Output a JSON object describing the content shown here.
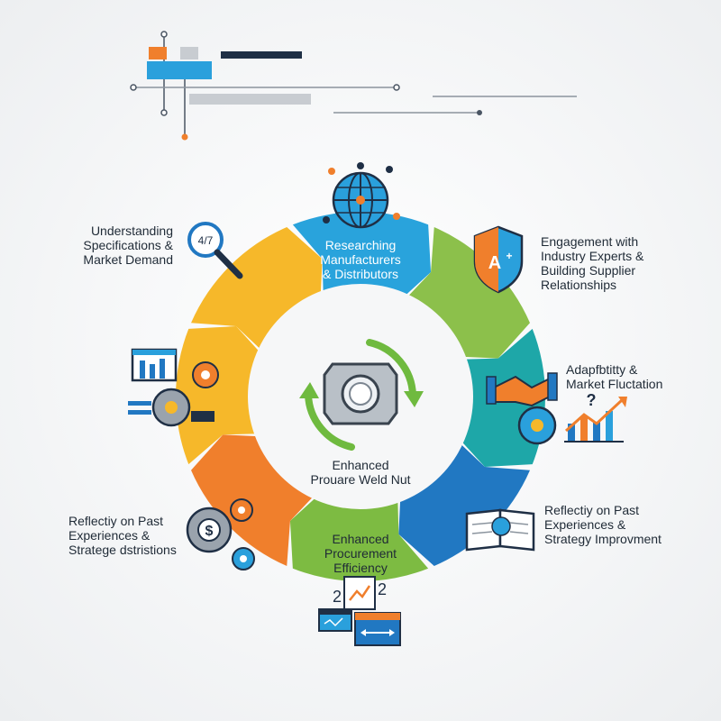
{
  "colors": {
    "blue": "#29a3dc",
    "green": "#8cc04b",
    "teal": "#1ea7a8",
    "royal": "#2178c2",
    "green2": "#7dbb42",
    "orange": "#f07f2c",
    "yellow": "#f6b82a",
    "navy": "#1f2f45",
    "center_arrows": "#6fba3f"
  },
  "center": {
    "icon": "hex-nut-icon",
    "label_lines": [
      "Enhanced",
      "Prouare Weld Nut"
    ]
  },
  "segments": [
    {
      "id": "researching",
      "color": "blue",
      "label_lines": [
        "Researching",
        "Manufacturers",
        "& Distributors"
      ],
      "icon": "globe-network-icon"
    },
    {
      "id": "engagement",
      "color": "green",
      "label_lines": [
        "Engagement with",
        "Industry Experts &",
        "Building Supplier",
        "Relationships"
      ],
      "icon": "a-plus-shield-icon"
    },
    {
      "id": "adaptability",
      "color": "teal",
      "label_lines": [
        "Adapfbtitty &",
        "Market Fluctation"
      ],
      "icon": "handshake-gear-chart-icon",
      "extra_glyph": "?"
    },
    {
      "id": "reflection-right",
      "color": "royal",
      "label_lines": [
        "Reflectiy on Past",
        "Experiences &",
        "Strategy Improvment"
      ],
      "icon": "open-book-brain-icon"
    },
    {
      "id": "enhanced-procurement",
      "color": "green2",
      "label_lines": [
        "Enhanced",
        "Procurement",
        "Efficiency"
      ],
      "icon": "dashboard-cards-icon",
      "extra_glyphs": [
        "2",
        "2"
      ]
    },
    {
      "id": "reflection-left",
      "color": "orange",
      "label_lines": [
        "Reflectiy on Past",
        "Experiences &",
        "Stratege dstristions"
      ],
      "icon": "dollar-gears-icon",
      "extra_glyph": "$"
    },
    {
      "id": "process",
      "color": "yellow",
      "label_lines": [],
      "icon": "factory-gears-icon"
    },
    {
      "id": "understanding",
      "color": "yellow",
      "label_lines": [
        "Understanding",
        "Specifications &",
        "Market Demand"
      ],
      "icon": "magnifier-icon",
      "extra_glyph": "4/7"
    }
  ]
}
